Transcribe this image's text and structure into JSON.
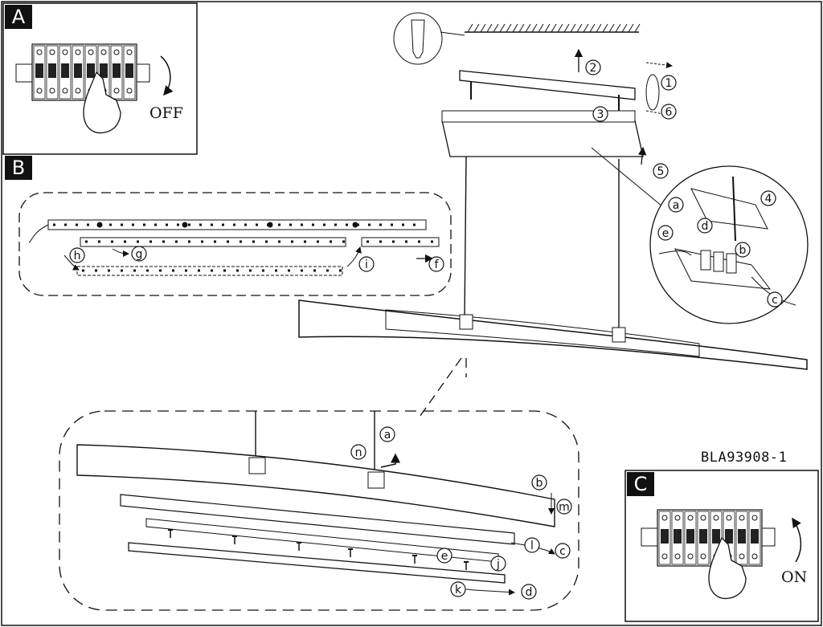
{
  "panels": {
    "a": {
      "label": "A",
      "switch_text": "OFF"
    },
    "b": {
      "label": "B"
    },
    "c": {
      "label": "C",
      "switch_text": "ON"
    }
  },
  "product_code": "BLA93908-1",
  "step_markers": {
    "s1": "1",
    "s2": "2",
    "s3": "3",
    "s4": "4",
    "s5": "5",
    "s6": "6"
  },
  "part_markers": {
    "a": "a",
    "b": "b",
    "c": "c",
    "d": "d",
    "e": "e",
    "f": "f",
    "g": "g",
    "h": "h",
    "i": "i",
    "j": "j",
    "k": "k",
    "l": "l",
    "m": "m",
    "n": "n"
  }
}
